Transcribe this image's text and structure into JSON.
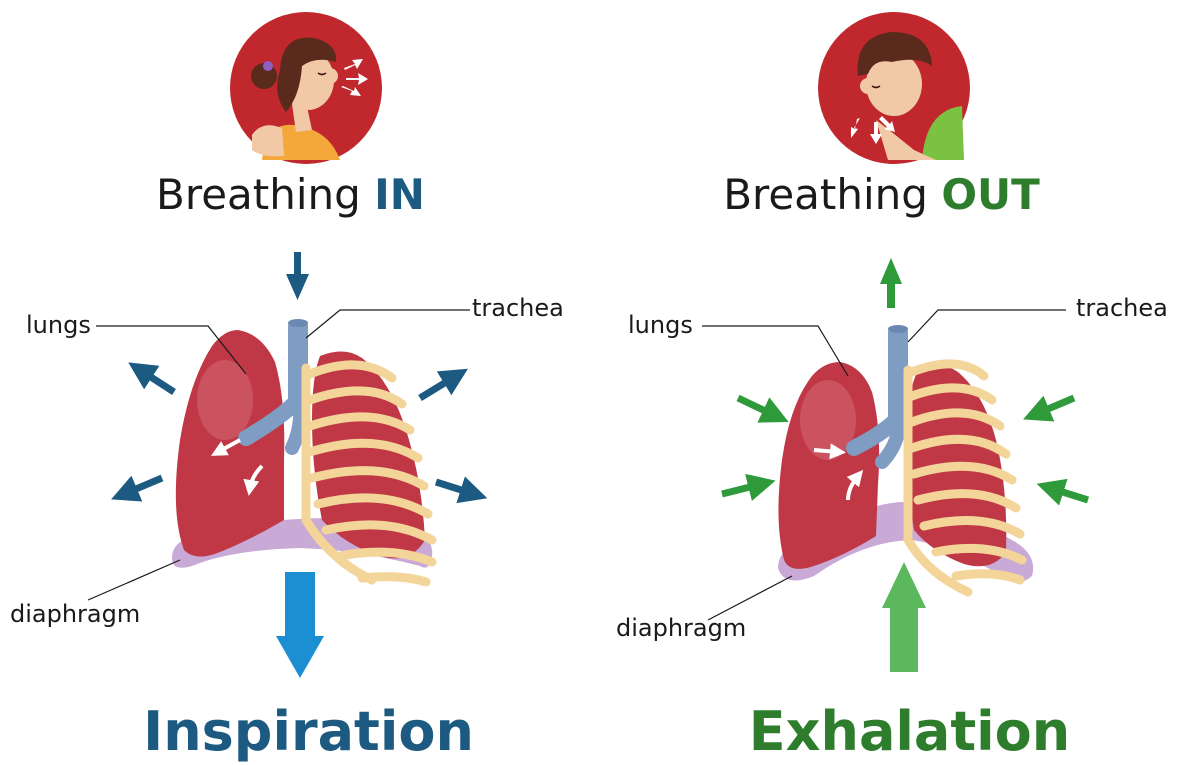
{
  "inhale": {
    "heading_prefix": "Breathing",
    "heading_emphasis": "IN",
    "label_lungs": "lungs",
    "label_trachea": "trachea",
    "label_diaphragm": "diaphragm",
    "title": "Inspiration",
    "accent_color": "#1c5a82",
    "big_arrow_color": "#1b8fd1"
  },
  "exhale": {
    "heading_prefix": "Breathing",
    "heading_emphasis": "OUT",
    "label_lungs": "lungs",
    "label_trachea": "trachea",
    "label_diaphragm": "diaphragm",
    "title": "Exhalation",
    "accent_color": "#2d7d2d",
    "big_arrow_color": "#5cb85c"
  },
  "colors": {
    "avatar_bg": "#c0282d",
    "lung": "#c03846",
    "ribs": "#f3d59a",
    "trachea": "#7f9cc3",
    "diaphragm": "#c9a9d6"
  }
}
